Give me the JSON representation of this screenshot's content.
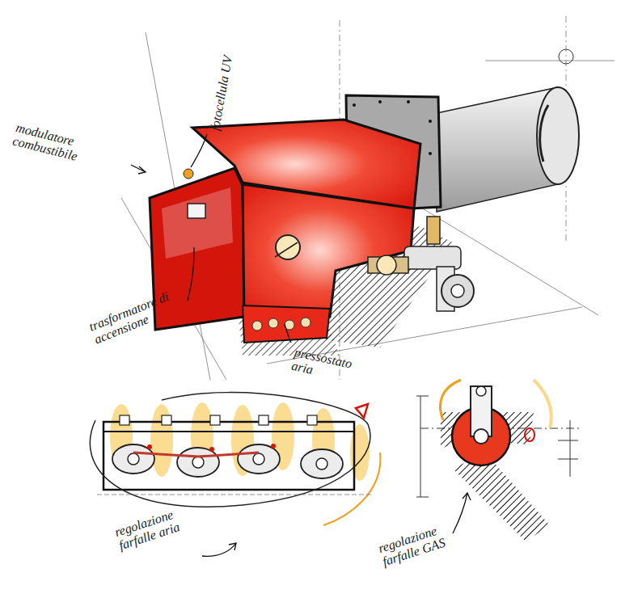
{
  "diagram": {
    "labels": [
      "fotocellula UV",
      "modulatore combustibile",
      "trasformatore di accensione",
      "pressostato aria",
      "regolazione farfalle aria",
      "regolazione farfalle GAS"
    ]
  }
}
